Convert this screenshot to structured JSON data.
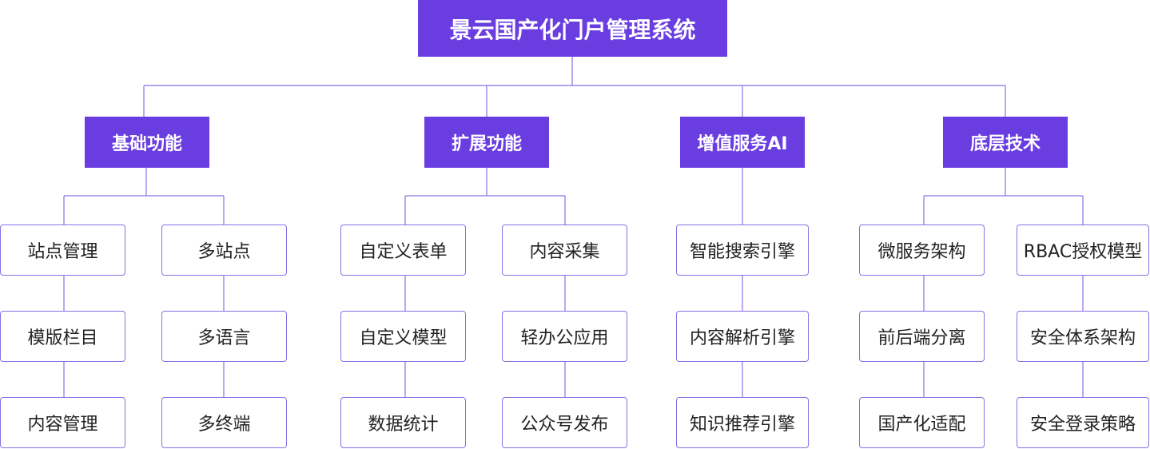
{
  "root": {
    "title": "景云国产化门户管理系统"
  },
  "categories": [
    {
      "title": "基础功能",
      "columns": [
        [
          "站点管理",
          "模版栏目",
          "内容管理"
        ],
        [
          "多站点",
          "多语言",
          "多终端"
        ]
      ]
    },
    {
      "title": "扩展功能",
      "columns": [
        [
          "自定义表单",
          "自定义模型",
          "数据统计"
        ],
        [
          "内容采集",
          "轻办公应用",
          "公众号发布"
        ]
      ]
    },
    {
      "title": "增值服务AI",
      "columns": [
        [
          "智能搜索引擎",
          "内容解析引擎",
          "知识推荐引擎"
        ]
      ]
    },
    {
      "title": "底层技术",
      "columns": [
        [
          "微服务架构",
          "前后端分离",
          "国产化适配"
        ],
        [
          "RBAC授权模型",
          "安全体系架构",
          "安全登录策略"
        ]
      ]
    }
  ],
  "colors": {
    "fill": "#6a3de0",
    "border": "#8b6fe6",
    "line": "#8b6fe6",
    "text": "#222222"
  }
}
